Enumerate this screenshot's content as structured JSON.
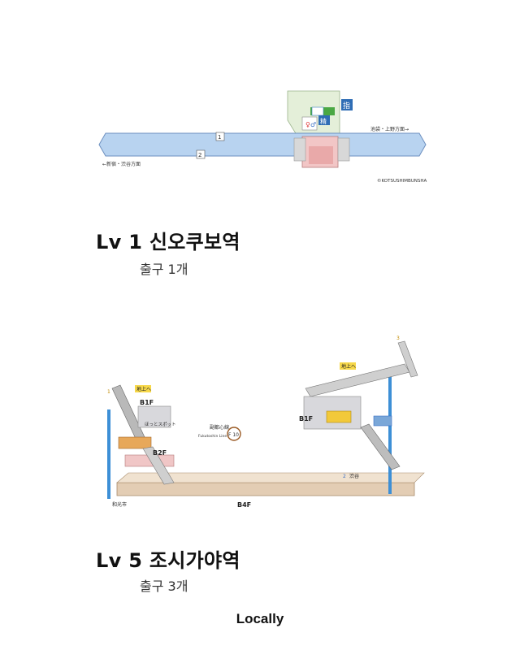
{
  "stations": [
    {
      "title": "Lv 1 신오쿠보역",
      "exits": "출구 1개",
      "map": {
        "track_labels": [
          "1",
          "2"
        ],
        "direction_left": "←新宿・渋谷方面",
        "direction_right": "池袋・上野方面→",
        "copyright": "©KOTSUSHIMBUNSHA",
        "sign_right": "指",
        "sign_ticket": "精"
      }
    },
    {
      "title": "Lv 5 조시가야역",
      "exits": "출구 3개",
      "map": {
        "levels": [
          "B1F",
          "B2F",
          "B4F",
          "B1F"
        ],
        "line_name": "副都心線",
        "line_name_en": "Fukutoshin Line",
        "line_code": "F 10",
        "exit_left": "地上へ",
        "exit_right": "地上へ",
        "spot_label": "ほっとスポット",
        "direction_left": "和光市",
        "direction_right": "渋谷",
        "exit_numbers": [
          "1",
          "2",
          "3"
        ]
      }
    }
  ],
  "brand": "Locally",
  "colors": {
    "platform": "#b8d3f0",
    "platform_edge": "#6d8fbf",
    "concourse": "#f2c6c6",
    "tunnel": "#e3cdb4",
    "pillar": "#3d8fd6"
  }
}
